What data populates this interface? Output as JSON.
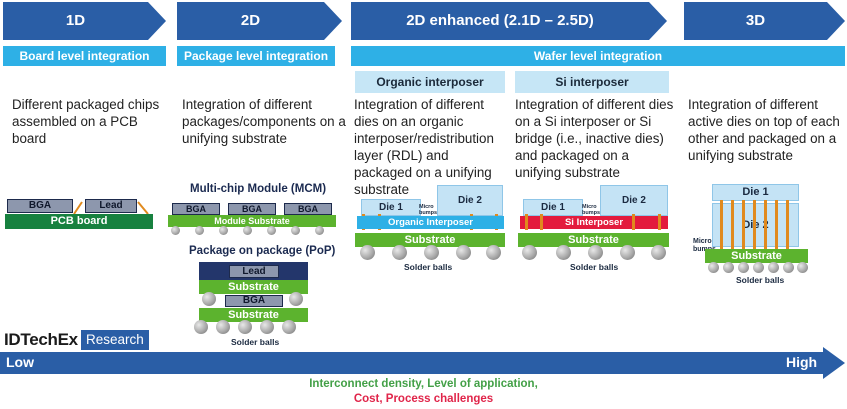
{
  "stages": [
    {
      "label": "1D",
      "level": "Board level integration",
      "description": "Different packaged chips assembled on a PCB board"
    },
    {
      "label": "2D",
      "level": "Package level integration",
      "description": "Integration of different packages/components on a unifying substrate"
    },
    {
      "label": "2D enhanced (2.1D – 2.5D)",
      "level": "Wafer level integration"
    },
    {
      "label": "3D",
      "description": "Integration of different active dies on top of each other and packaged on a unifying substrate"
    }
  ],
  "interposers": [
    {
      "label": "Organic interposer",
      "description": "Integration of different dies on an organic interposer/redistribution layer (RDL) and packaged on a unifying substrate"
    },
    {
      "label": "Si interposer",
      "description": "Integration of different dies on a Si interposer or Si bridge (i.e., inactive dies) and packaged on a unifying substrate"
    }
  ],
  "diagram_1d": {
    "chip_left": "BGA",
    "chip_right": "Lead",
    "board": "PCB board"
  },
  "diagram_mcm": {
    "title": "Multi-chip Module (MCM)",
    "chips": [
      "BGA",
      "BGA",
      "BGA"
    ],
    "substrate": "Module Substrate"
  },
  "diagram_pop": {
    "title": "Package on package (PoP)",
    "top_chip": "Lead",
    "top_substrate": "Substrate",
    "bottom_chip": "BGA",
    "bottom_substrate": "Substrate",
    "balls_label": "Solder balls"
  },
  "diagram_organic": {
    "die1": "Die 1",
    "die2": "Die 2",
    "micro": "Micro bumps",
    "interposer": "Organic Interposer",
    "substrate": "Substrate",
    "balls_label": "Solder balls"
  },
  "diagram_si": {
    "die1": "Die 1",
    "die2": "Die 2",
    "micro": "Micro bumps",
    "interposer": "Si Interposer",
    "substrate": "Substrate",
    "balls_label": "Solder balls"
  },
  "diagram_3d": {
    "die1": "Die 1",
    "die2": "Die 2",
    "micro": "Micro bumps",
    "substrate": "Substrate",
    "balls_label": "Solder balls"
  },
  "logo": {
    "brand": "IDTechEx",
    "tag": "Research"
  },
  "axis": {
    "low": "Low",
    "high": "High"
  },
  "footer": {
    "line1": "Interconnect density, Level of application,",
    "line2": "Cost, Process challenges",
    "color1": "#43a047",
    "color2": "#e0254a"
  },
  "colors": {
    "arrow": "#2a5ea6",
    "level_bar": "#2eb0e6",
    "sub_bar": "#c6e6f6",
    "substrate": "#5cb32e",
    "pcb": "#17813f",
    "si_interposer": "#e31b3d",
    "organic_interposer": "#2eb0e6"
  }
}
